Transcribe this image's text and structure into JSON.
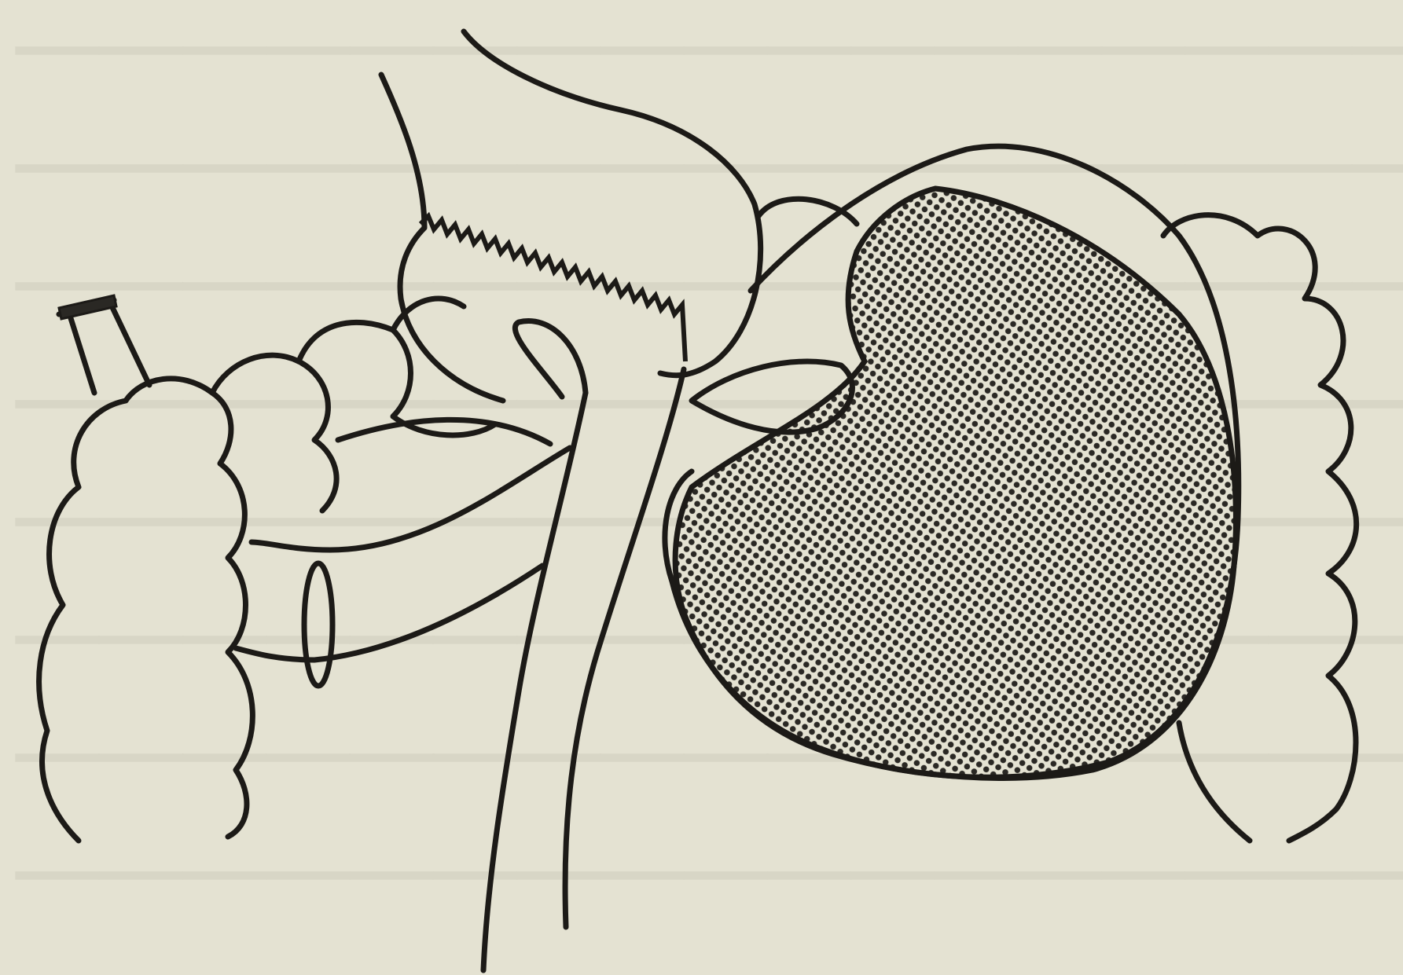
{
  "figure": {
    "type": "anatomical line illustration",
    "colors": {
      "background": "#e4e2d2",
      "ink": "#1c1a17",
      "shaded_fill": "#2a2824",
      "bleed_through_text": "#cfcdbd"
    },
    "parts": [
      "small-intestine-loops-left",
      "cut-bowel-end",
      "stomach-pouch-upper",
      "suture-line",
      "ligature-loop",
      "suture-loop-right",
      "ring-clamp",
      "mesentery-strands",
      "descending-limbs",
      "shaded-mass",
      "colon-loops-right"
    ]
  }
}
